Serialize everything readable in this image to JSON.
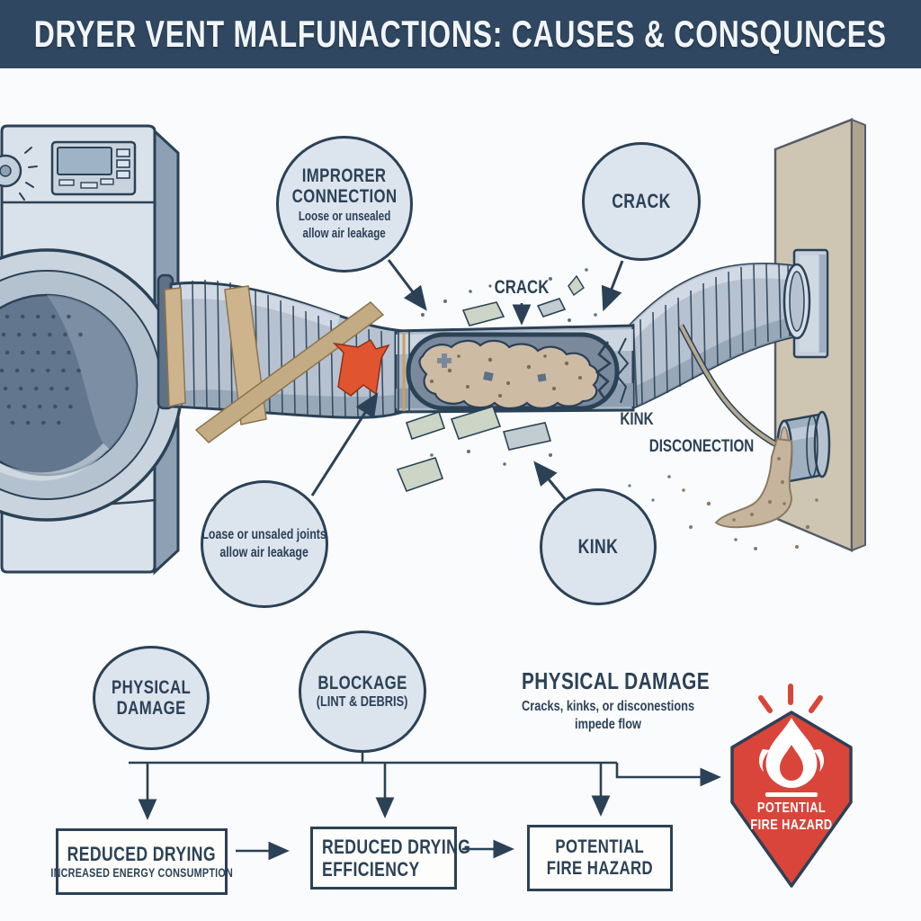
{
  "header": {
    "title": "DRYER VENT MALFUNACTIONS: CAUSES & CONSQUNCES"
  },
  "callouts": {
    "improper_connection": {
      "line1": "IMPRORER",
      "line2": "CONNECTION",
      "sub1": "Loose or unsealed",
      "sub2": "allow air leakage"
    },
    "crack_label": "CRACK",
    "loose_joints": {
      "sub1": "Loase or unsaled joints",
      "sub2": "allow air leakage"
    },
    "kink_label": "KINK"
  },
  "duct_labels": {
    "crack": "CRACK",
    "kink": "KINK",
    "disconnection": "DISCONECTION"
  },
  "causes": {
    "physical_circle": {
      "line1": "PHYSICAL",
      "line2": "DAMAGE"
    },
    "blockage_circle": {
      "line1": "BLOCKAGE",
      "line2": "(LINT & DEBRIS)"
    },
    "note": {
      "heading": "PHYSICAL DAMAGE",
      "sub1": "Cracks, kinks, or disconestions",
      "sub2": "impede flow"
    }
  },
  "consequences": {
    "box1": {
      "line1": "REDUCED DRYING",
      "line2": "INCREASED ENERGY CONSUMPTION"
    },
    "box2": {
      "line1": "REDUCED DRYING",
      "line2": "EFFICIENCY"
    },
    "box3": {
      "line1": "POTENTIAL",
      "line2": "FIRE HAZARD"
    }
  },
  "badge": {
    "line1": "POTENTIAL",
    "line2": "FIRE HAZARD",
    "icon": "flame-icon"
  },
  "colors": {
    "header_bg": "#2f4760",
    "navy": "#2b4156",
    "bubble_fill": "#dce4ee",
    "hazard_red": "#d9453a",
    "duct_gray": "#aab8c7",
    "hose_gray": "#b7c2d0",
    "lint_tan": "#cdbba4",
    "wall_tan": "#cfc5b3",
    "tape_tan": "#cdb48d",
    "cloth_orange": "#e0552f",
    "box_bg": "#fdfdfb"
  }
}
